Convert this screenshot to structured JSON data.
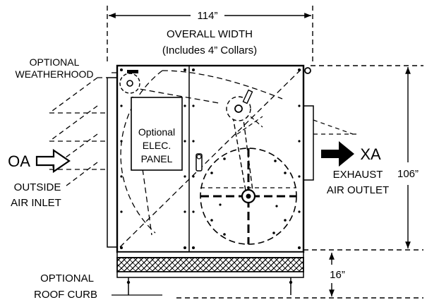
{
  "dimensions": {
    "overall_width": "114”",
    "overall_width_title": "OVERALL WIDTH",
    "overall_width_note": "(Includes 4” Collars)",
    "height": "106”",
    "curb_height": "16”"
  },
  "labels": {
    "weatherhood_line1": "OPTIONAL",
    "weatherhood_line2": "WEATHERHOOD",
    "oa_code": "OA",
    "oa_line1": "OUTSIDE",
    "oa_line2": "AIR INLET",
    "xa_code": "XA",
    "xa_line1": "EXHAUST",
    "xa_line2": "AIR OUTLET",
    "panel_line1": "Optional",
    "panel_line2": "ELEC.",
    "panel_line3": "PANEL",
    "curb_line1": "OPTIONAL",
    "curb_line2": "ROOF CURB"
  },
  "colors": {
    "ink": "#000000",
    "unit_fill": "#ffffff"
  },
  "icons": {
    "oa_arrow": "hollow-right-arrow-icon",
    "xa_arrow": "solid-right-arrow-icon"
  }
}
